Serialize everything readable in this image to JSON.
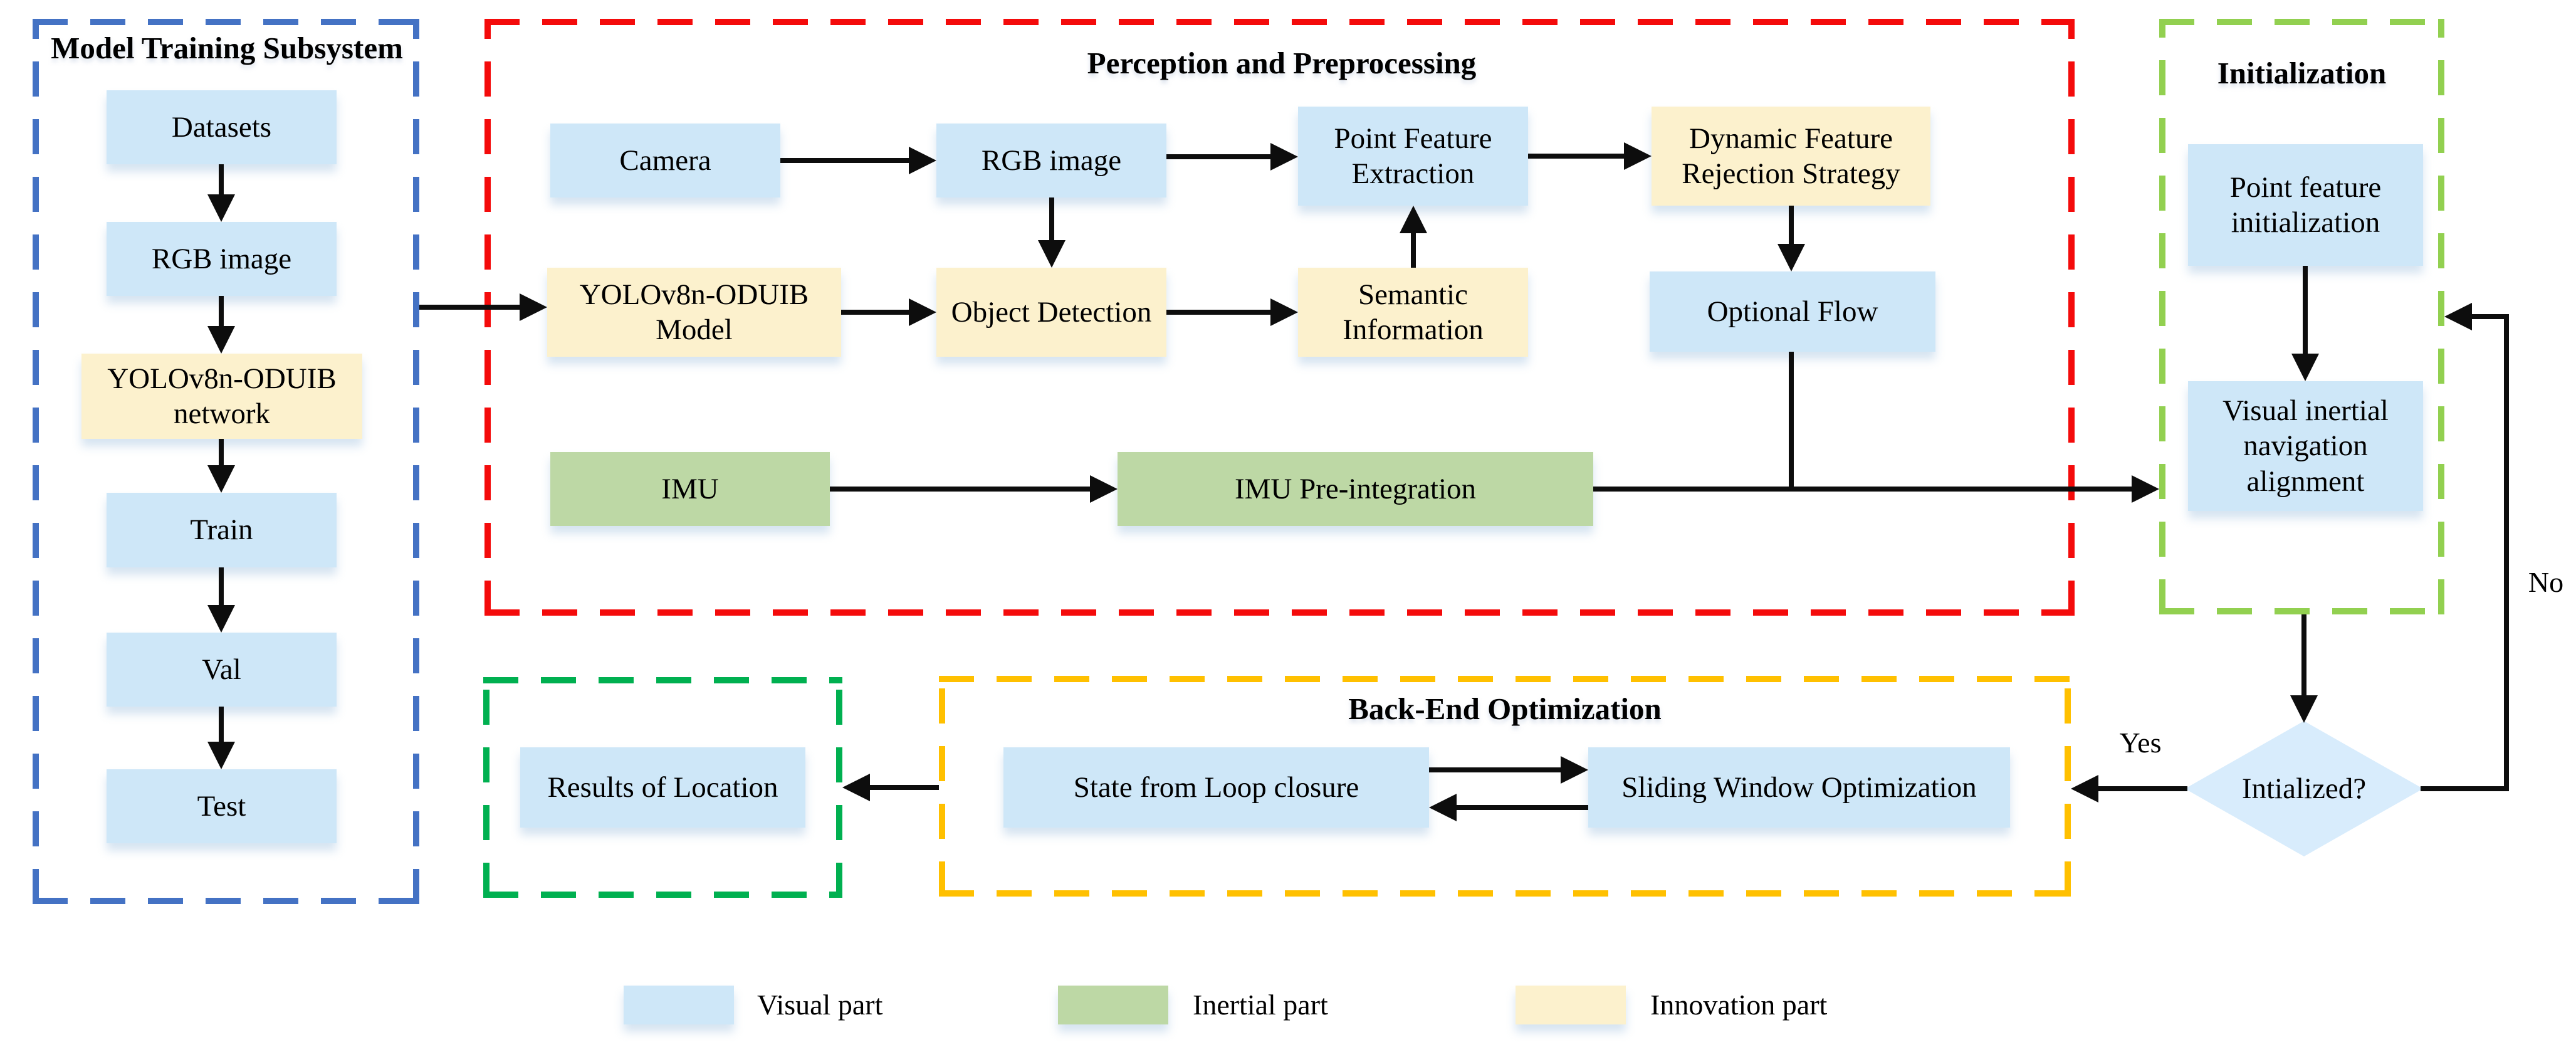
{
  "panels": {
    "model_training": {
      "title": "Model Training Subsystem"
    },
    "perception": {
      "title": "Perception and Preprocessing"
    },
    "initialization": {
      "title": "Initialization"
    },
    "backend": {
      "title": "Back-End Optimization"
    }
  },
  "nodes": {
    "datasets": {
      "label": "Datasets"
    },
    "rgb_image_train": {
      "label": "RGB image"
    },
    "yolo_network": {
      "label": "YOLOv8n-ODUIB network"
    },
    "train": {
      "label": "Train"
    },
    "val": {
      "label": "Val"
    },
    "test": {
      "label": "Test"
    },
    "camera": {
      "label": "Camera"
    },
    "rgb_image": {
      "label": "RGB image"
    },
    "point_feature_extraction": {
      "label": "Point Feature Extraction"
    },
    "dynamic_feature_rejection": {
      "label": "Dynamic Feature Rejection Strategy"
    },
    "yolo_model": {
      "label": "YOLOv8n-ODUIB Model"
    },
    "object_detection": {
      "label": "Object Detection"
    },
    "semantic_information": {
      "label": "Semantic Information"
    },
    "optional_flow": {
      "label": "Optional Flow"
    },
    "imu": {
      "label": "IMU"
    },
    "imu_preintegration": {
      "label": "IMU Pre-integration"
    },
    "point_feature_init": {
      "label": "Point feature initialization"
    },
    "visual_inertial_alignment": {
      "label": "Visual inertial navigation alignment"
    },
    "results_of_location": {
      "label": "Results of Location"
    },
    "state_loop_closure": {
      "label": "State from Loop closure"
    },
    "sliding_window_opt": {
      "label": "Sliding Window Optimization"
    }
  },
  "decision": {
    "label": "Intialized?",
    "yes": "Yes",
    "no": "No"
  },
  "legend": [
    {
      "label": "Visual part",
      "color": "#CEE7F8"
    },
    {
      "label": "Inertial part",
      "color": "#BDD8A5"
    },
    {
      "label": "Innovation part",
      "color": "#FCF1CD"
    }
  ],
  "colors": {
    "visual_fill": "#CEE7F8",
    "inertial_fill": "#BDD8A5",
    "innovation_fill": "#FCF1CD",
    "diamond_fill": "#D8ECFC",
    "model_training_border": "#4472C4",
    "perception_border": "#F40B0B",
    "initialization_border": "#92D050",
    "backend_border": "#FFC000",
    "results_border": "#00B050",
    "line": "#0d0d0d"
  }
}
